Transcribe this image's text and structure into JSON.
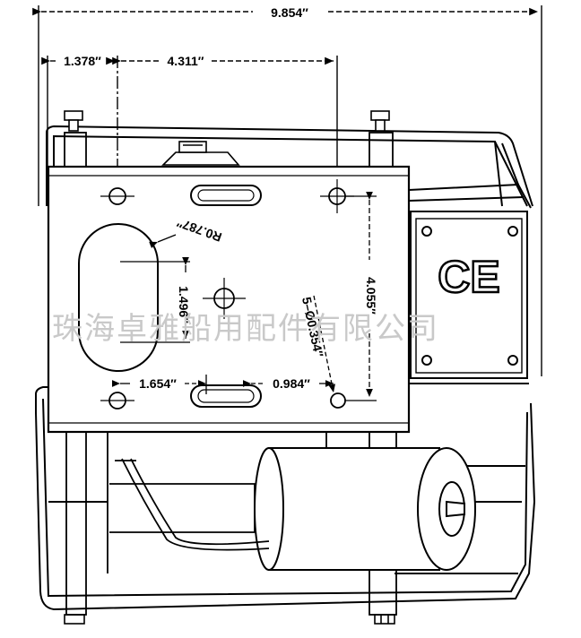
{
  "dimensions": {
    "overall_width": "9.854″",
    "left_offset": "1.378″",
    "hole_spacing_top": "4.311″",
    "slot_radius": "R0.787″",
    "slot_length": "1.496″",
    "hole_callout": "5–Ø0.354″",
    "hole_spacing_vertical": "4.055″",
    "bottom_left": "1.654″",
    "bottom_right": "0.984″"
  },
  "ce_mark": "CE",
  "watermark": "珠海卓雅船用配件有限公司",
  "colors": {
    "line": "#000000",
    "watermark": "#c9c9c9",
    "background": "#ffffff"
  }
}
